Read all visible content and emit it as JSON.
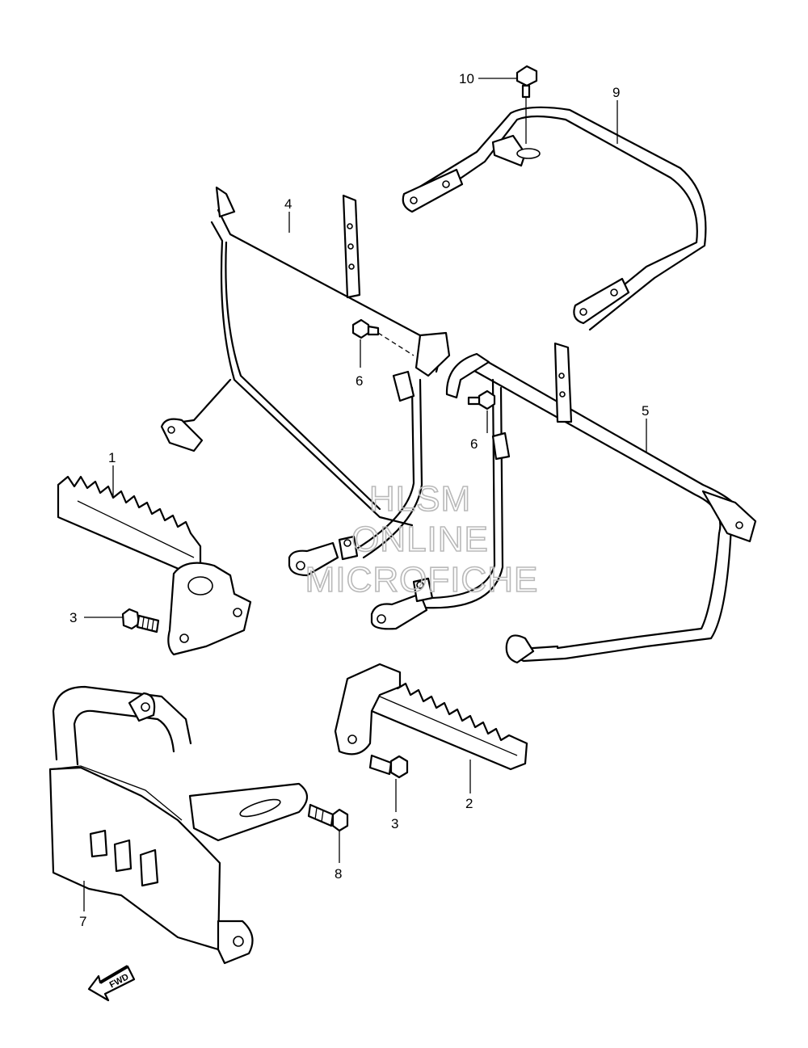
{
  "callouts": [
    {
      "id": "callout-10",
      "label": "10"
    },
    {
      "id": "callout-9",
      "label": "9"
    },
    {
      "id": "callout-4",
      "label": "4"
    },
    {
      "id": "callout-6a",
      "label": "6"
    },
    {
      "id": "callout-6b",
      "label": "6"
    },
    {
      "id": "callout-5",
      "label": "5"
    },
    {
      "id": "callout-1",
      "label": "1"
    },
    {
      "id": "callout-3a",
      "label": "3"
    },
    {
      "id": "callout-2",
      "label": "2"
    },
    {
      "id": "callout-3b",
      "label": "3"
    },
    {
      "id": "callout-8",
      "label": "8"
    },
    {
      "id": "callout-7",
      "label": "7"
    }
  ],
  "watermark": [
    "HLSM",
    "ONLINE",
    "MICROFICHE"
  ],
  "fwd_label": "FWD",
  "colors": {
    "line": "#000000",
    "watermark": "#b9b9b9",
    "background": "#ffffff"
  }
}
